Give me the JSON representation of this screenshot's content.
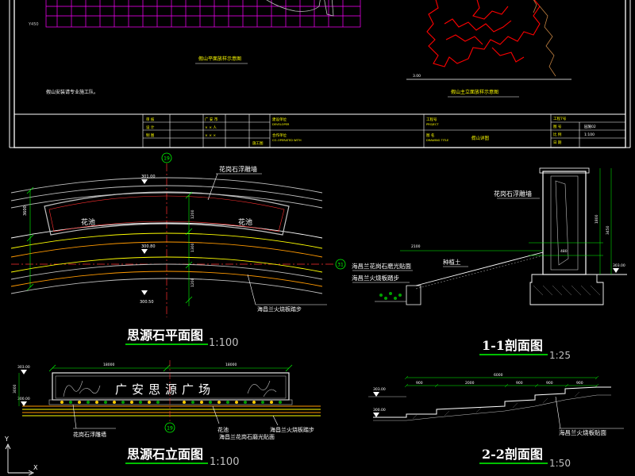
{
  "top_sheet": {
    "left_caption": "假山平面放样示意图",
    "right_caption": "假山主立面放样示意图",
    "note": "假山安装请专业施工队。",
    "small_level_left": "Y450",
    "small_level_right": "3.00",
    "title_block": {
      "col1_rows": [
        "审 核",
        "设 计",
        "制 图"
      ],
      "col2_rows": [
        "广 安 市",
        "× × 人",
        "× × ×"
      ],
      "date_label": "施工图",
      "unit_cn": "建设单位",
      "unit_en": "DEVELOPER",
      "partner_cn": "合作单位",
      "partner_en": "CO-OPERATED WITH",
      "project_no_label": "工程号",
      "project_no": "PROJECT",
      "drawing_name_label": "图 名",
      "drawing_name_en": "DRAWING TITLE",
      "drawing_name": "假山详图",
      "sheet_no_label": "工程7号",
      "sheet_row1_label": "图 号",
      "sheet_row1_value": "园施02",
      "sheet_row2_label": "比 例",
      "sheet_row2_value": "1:100",
      "sheet_row3_label": "日 期"
    }
  },
  "plan": {
    "axis_top": "19",
    "axis_right": "31",
    "callout": "花岗石浮雕墙",
    "pool_left": "花池",
    "pool_right": "花池",
    "steps_label": "海昌兰火烧板踏步",
    "level_1": "301.00",
    "level_2": "300.80",
    "level_3": "300.50",
    "dim_v_left": "3600",
    "dim_v_mid1": "1200",
    "dim_v_mid2": "1300",
    "dim_v_mid3": "1200",
    "title": "思源石平面图",
    "scale": "1:100"
  },
  "section_11": {
    "callout_wall": "花岗石浮雕墙",
    "callout_paving": "海昌兰花岗石磨光贴面",
    "callout_steps": "海昌兰火烧板踏步",
    "callout_fill": "种植土",
    "dim_h1": "3450",
    "dim_h2": "1800",
    "dim_w1": "2100",
    "dim_w2": "480",
    "level_1": "303.00",
    "title": "1-1剖面图",
    "scale": "1:25"
  },
  "elevation": {
    "axis": "19",
    "inscription": "广安思源广场",
    "dim_left": "18000",
    "dim_right": "18000",
    "callout_wall": "花岗石浮雕墙",
    "callout_plant": "花池",
    "callout_paving": "海昌兰花岗石磨光贴面",
    "callout_steps": "海昌兰火烧板踏步",
    "level_top": "303.00",
    "level_low": "300.00",
    "dim_v": "3000",
    "title": "思源石立面图",
    "scale": "1:100"
  },
  "section_22": {
    "dim_total": "6000",
    "dims": [
      "900",
      "2000",
      "900",
      "900",
      "900"
    ],
    "level_top": "303.00",
    "level_low": "300.00",
    "callout": "海昌兰火烧板贴面",
    "title": "2-2剖面图",
    "scale": "1:50"
  },
  "ucs": {
    "y": "Y",
    "x": "X"
  },
  "colors": {
    "background": "#000000",
    "frame": "#ffffff",
    "title_text": "#ffffff",
    "scale_text": "#c0c0c0",
    "green_line": "#00ff00",
    "red_line": "#ff0000",
    "magenta": "#ff00ff",
    "yellow": "#ffff00",
    "cyan": "#00ffff",
    "orange": "#ff9900"
  }
}
